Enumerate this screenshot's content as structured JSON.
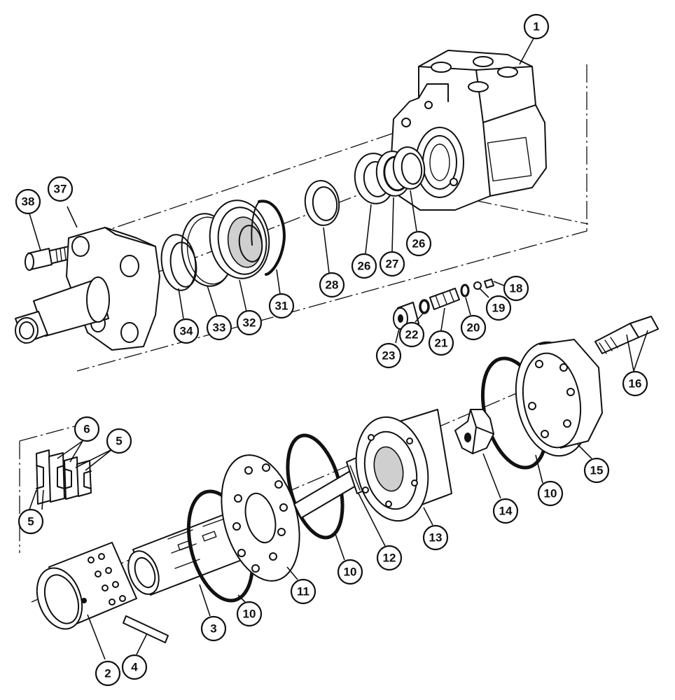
{
  "callouts": [
    {
      "id": "c1",
      "label": "1"
    },
    {
      "id": "c38",
      "label": "38"
    },
    {
      "id": "c37",
      "label": "37"
    },
    {
      "id": "c34",
      "label": "34"
    },
    {
      "id": "c33",
      "label": "33"
    },
    {
      "id": "c32",
      "label": "32"
    },
    {
      "id": "c31",
      "label": "31"
    },
    {
      "id": "c28",
      "label": "28"
    },
    {
      "id": "c26a",
      "label": "26"
    },
    {
      "id": "c27",
      "label": "27"
    },
    {
      "id": "c26b",
      "label": "26"
    },
    {
      "id": "c18",
      "label": "18"
    },
    {
      "id": "c19",
      "label": "19"
    },
    {
      "id": "c20",
      "label": "20"
    },
    {
      "id": "c21",
      "label": "21"
    },
    {
      "id": "c22",
      "label": "22"
    },
    {
      "id": "c23",
      "label": "23"
    },
    {
      "id": "c16",
      "label": "16"
    },
    {
      "id": "c6",
      "label": "6"
    },
    {
      "id": "c5a",
      "label": "5"
    },
    {
      "id": "c5b",
      "label": "5"
    },
    {
      "id": "c15",
      "label": "15"
    },
    {
      "id": "c10a",
      "label": "10"
    },
    {
      "id": "c14",
      "label": "14"
    },
    {
      "id": "c13",
      "label": "13"
    },
    {
      "id": "c12",
      "label": "12"
    },
    {
      "id": "c10b",
      "label": "10"
    },
    {
      "id": "c11",
      "label": "11"
    },
    {
      "id": "c10c",
      "label": "10"
    },
    {
      "id": "c3",
      "label": "3"
    },
    {
      "id": "c2",
      "label": "2"
    },
    {
      "id": "c4",
      "label": "4"
    }
  ]
}
